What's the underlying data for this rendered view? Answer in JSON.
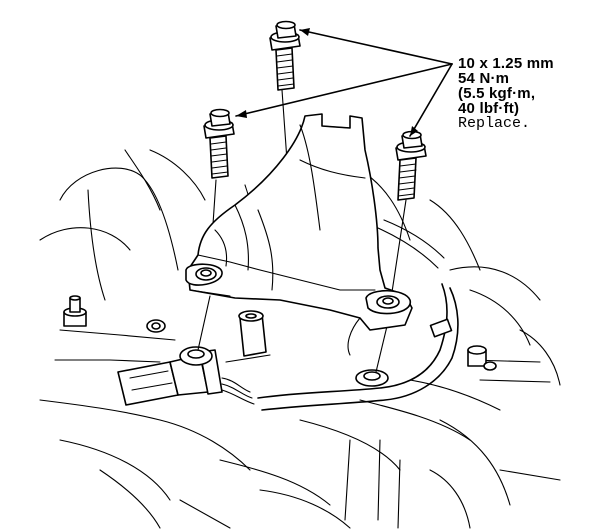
{
  "callout": {
    "line1": "10 x 1.25 mm",
    "line2": "54 N·m",
    "line3": "(5.5 kgf·m,",
    "line4": "40 lbf·ft)",
    "line5": "Replace."
  },
  "colors": {
    "ink": "#000000",
    "paper": "#ffffff"
  }
}
